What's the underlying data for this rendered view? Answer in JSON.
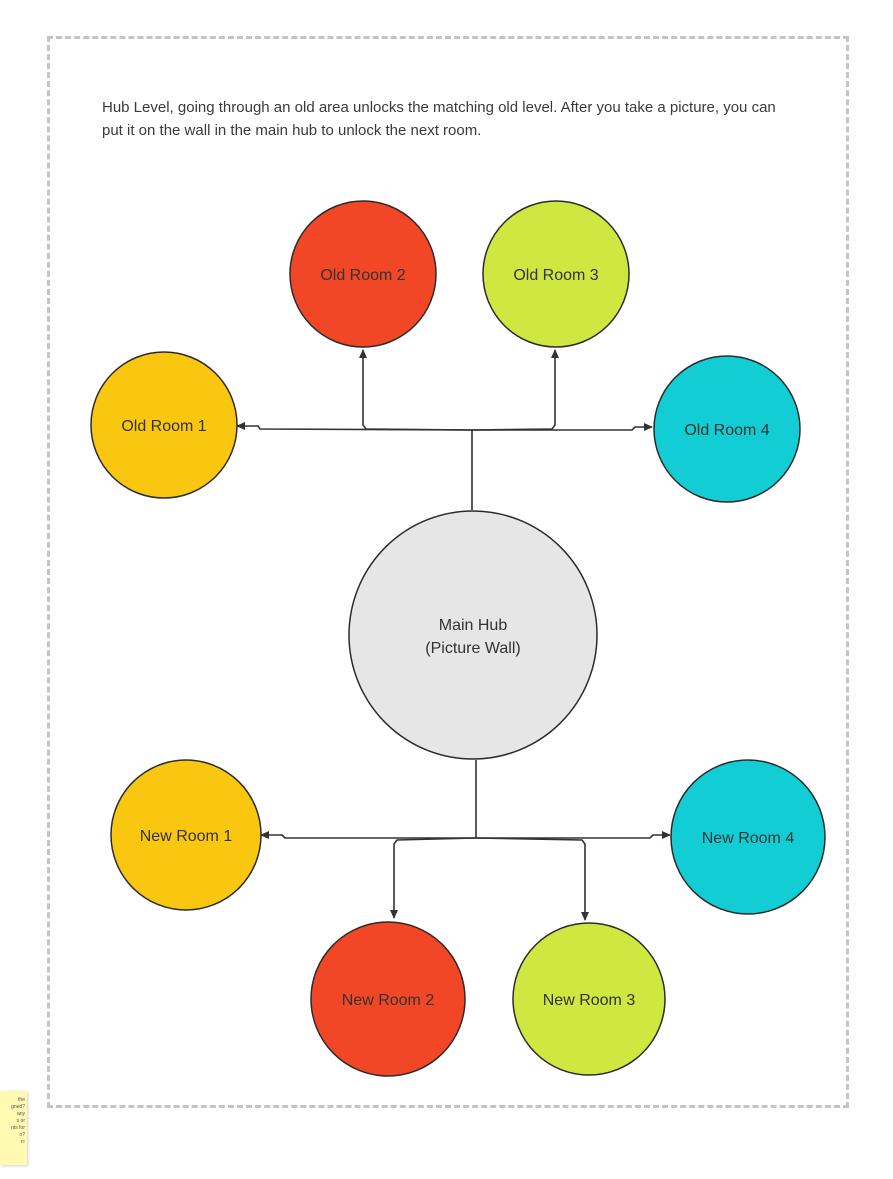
{
  "description": "Hub Level, going through an old area unlocks the matching old level. After you take a picture, you can put it on the wall in the main hub to unlock the next room.",
  "nodes": {
    "main_hub": {
      "line1": "Main Hub",
      "line2": "(Picture Wall)",
      "color": "#e6e6e6"
    },
    "old_room_1": {
      "label": "Old Room 1",
      "color": "#fac710"
    },
    "old_room_2": {
      "label": "Old Room 2",
      "color": "#f24726"
    },
    "old_room_3": {
      "label": "Old Room 3",
      "color": "#cee741"
    },
    "old_room_4": {
      "label": "Old Room 4",
      "color": "#12cdd4"
    },
    "new_room_1": {
      "label": "New Room 1",
      "color": "#fac710"
    },
    "new_room_2": {
      "label": "New Room 2",
      "color": "#f24726"
    },
    "new_room_3": {
      "label": "New Room 3",
      "color": "#cee741"
    },
    "new_room_4": {
      "label": "New Room 4",
      "color": "#12cdd4"
    }
  },
  "sticky_note": {
    "text": "the\ngned?\nany\ns or\nnts for\nn?\nn:",
    "color": "#fff9b1"
  }
}
